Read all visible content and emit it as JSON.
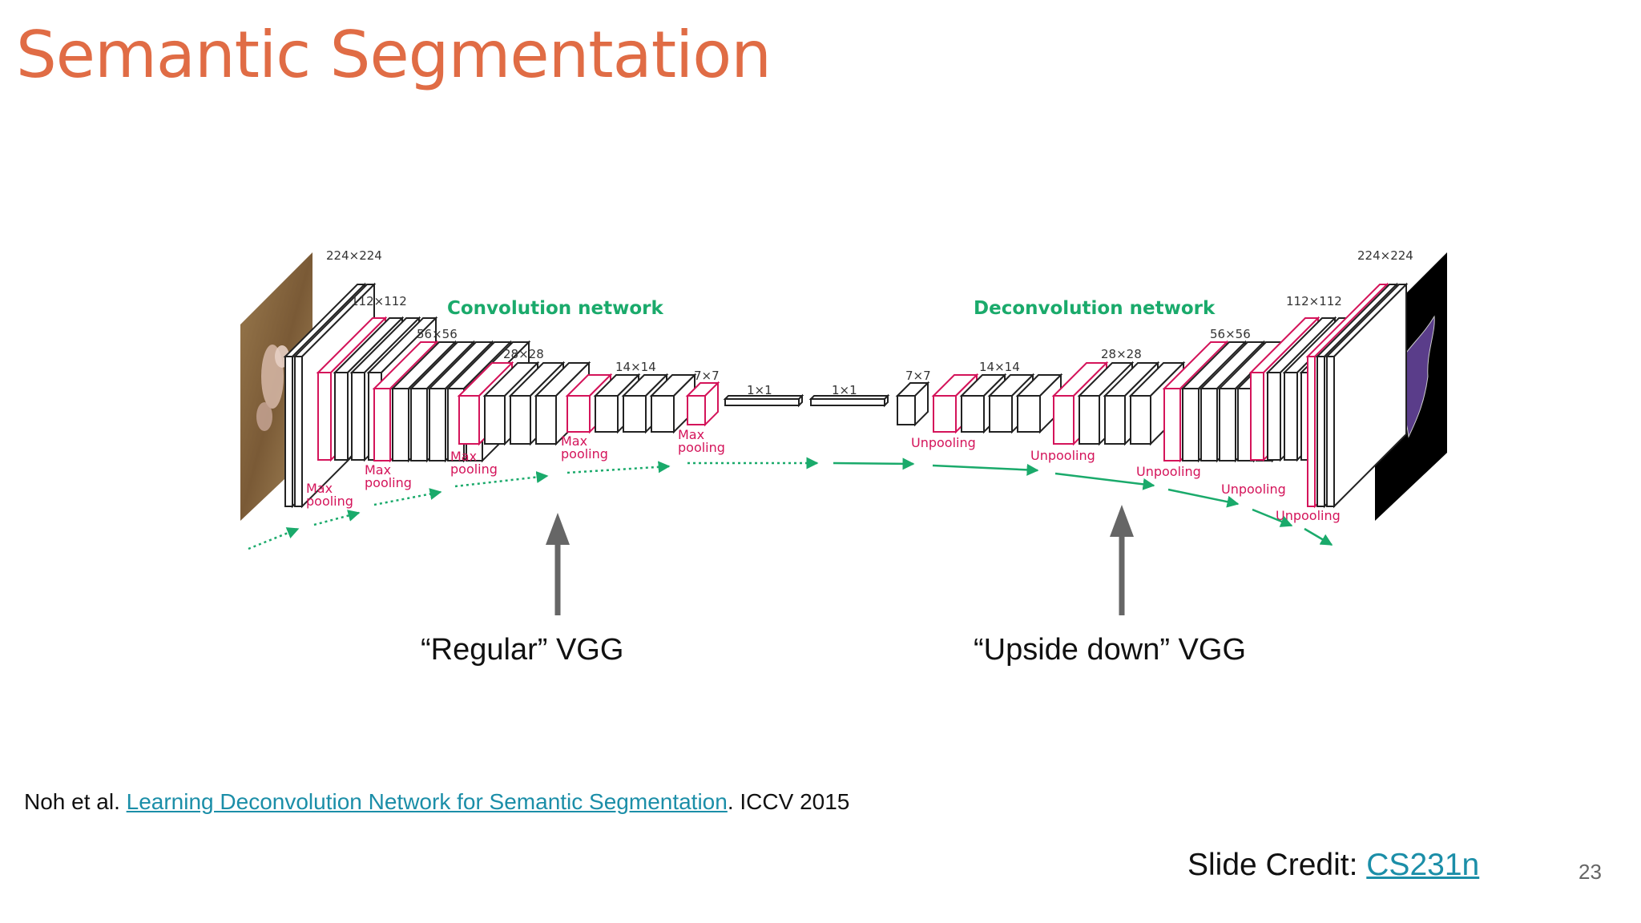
{
  "slide": {
    "title": "Semantic Segmentation",
    "page_number": "23"
  },
  "diagram": {
    "conv_title": "Convolution network",
    "deconv_title": "Deconvolution network",
    "conv_sizes": [
      "224×224",
      "112×112",
      "56×56",
      "28×28",
      "14×14",
      "7×7",
      "1×1"
    ],
    "deconv_sizes": [
      "1×1",
      "7×7",
      "14×14",
      "28×28",
      "56×56",
      "112×112",
      "224×224"
    ],
    "pool_label_line1": "Max",
    "pool_label_line2": "pooling",
    "unpool_label": "Unpooling",
    "colors": {
      "pool": "#d4145a",
      "arrow": "#1aaa6b",
      "outline": "#222222"
    }
  },
  "annotations": {
    "left_label": "“Regular” VGG",
    "right_label": "“Upside down” VGG"
  },
  "citation": {
    "prefix": "Noh et al. ",
    "link_text": "Learning Deconvolution Network for Semantic Segmentation",
    "suffix": ". ICCV 2015"
  },
  "credit": {
    "prefix": "Slide Credit: ",
    "link_text": "CS231n"
  }
}
